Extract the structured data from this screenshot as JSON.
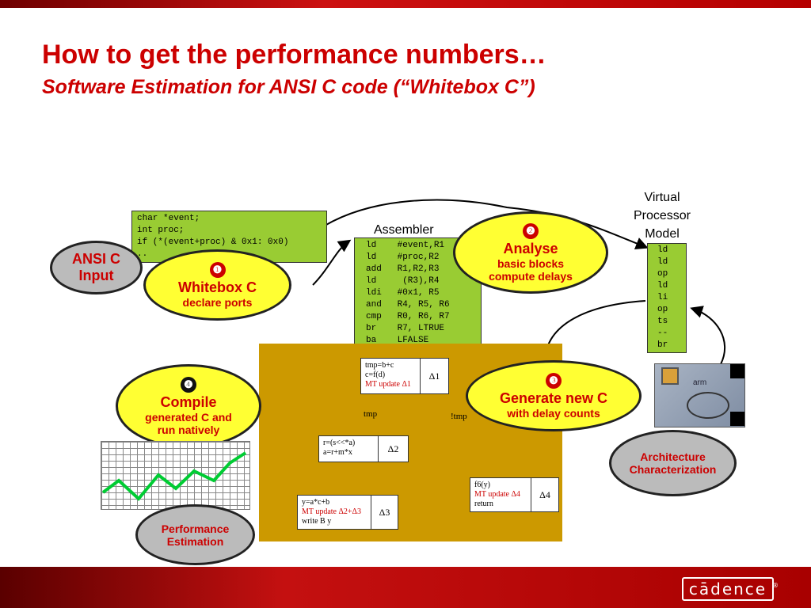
{
  "title": "How to get the performance numbers…",
  "subtitle": "Software Estimation for ANSI C code (“Whitebox C”)",
  "ansi_code": "char *event;\nint proc;\nif (*(event+proc) & 0x1: 0x0)\n..",
  "ansi_input": {
    "line1": "ANSI C",
    "line2": "Input"
  },
  "whitebox": {
    "num": "❶",
    "title": "Whitebox C",
    "sub": "declare ports"
  },
  "assembler_label": "Assembler",
  "assembler_code": "ld    #event,R1\nld    #proc,R2\nadd   R1,R2,R3\nld     (R3),R4\nldi   #0x1, R5\nand   R4, R5, R6\ncmp   R0, R6, R7\nbr    R7, LTRUE\nba    LFALSE",
  "analyse": {
    "num": "❷",
    "title": "Analyse",
    "line1": "basic blocks",
    "line2": "compute delays"
  },
  "vpm_label": {
    "line1": "Virtual",
    "line2": "Processor",
    "line3": "Model"
  },
  "vpm_code": "ld\nld\nop\nld\nli\nop\nts\n--\nbr",
  "generate": {
    "num": "❸",
    "title": "Generate new C",
    "sub": "with delay counts"
  },
  "compile": {
    "num": "❹",
    "title": "Compile",
    "line1": "generated C and",
    "line2": "run natively"
  },
  "arch": {
    "line1": "Architecture",
    "line2": "Characterization",
    "img_text": "arm"
  },
  "perf": {
    "line1": "Performance",
    "line2": "Estimation"
  },
  "nodes": {
    "n1": {
      "l1": "tmp=b+c",
      "l2": "c=f(d)",
      "l3": "MT update Δ1",
      "delta": "Δ1"
    },
    "n2": {
      "l1": "r=(s<<*a)",
      "l2": "a=r+m*x",
      "delta": "Δ2"
    },
    "n3": {
      "l1": "y=a*c+b",
      "l2": "MT update Δ2+Δ3",
      "l3": "write B y",
      "delta": "Δ3"
    },
    "n4": {
      "l1": "f6(y)",
      "l2": "MT update Δ4",
      "l3": "return",
      "delta": "Δ4"
    }
  },
  "edge_tmp": "tmp",
  "edge_ntmp": "!tmp",
  "logo": "cādence",
  "colors": {
    "title_red": "#cc0000",
    "code_green": "#99cc33",
    "bubble_yellow": "#ffff33",
    "bubble_gray": "#bbbbbb",
    "cfg_gold": "#cc9900"
  }
}
